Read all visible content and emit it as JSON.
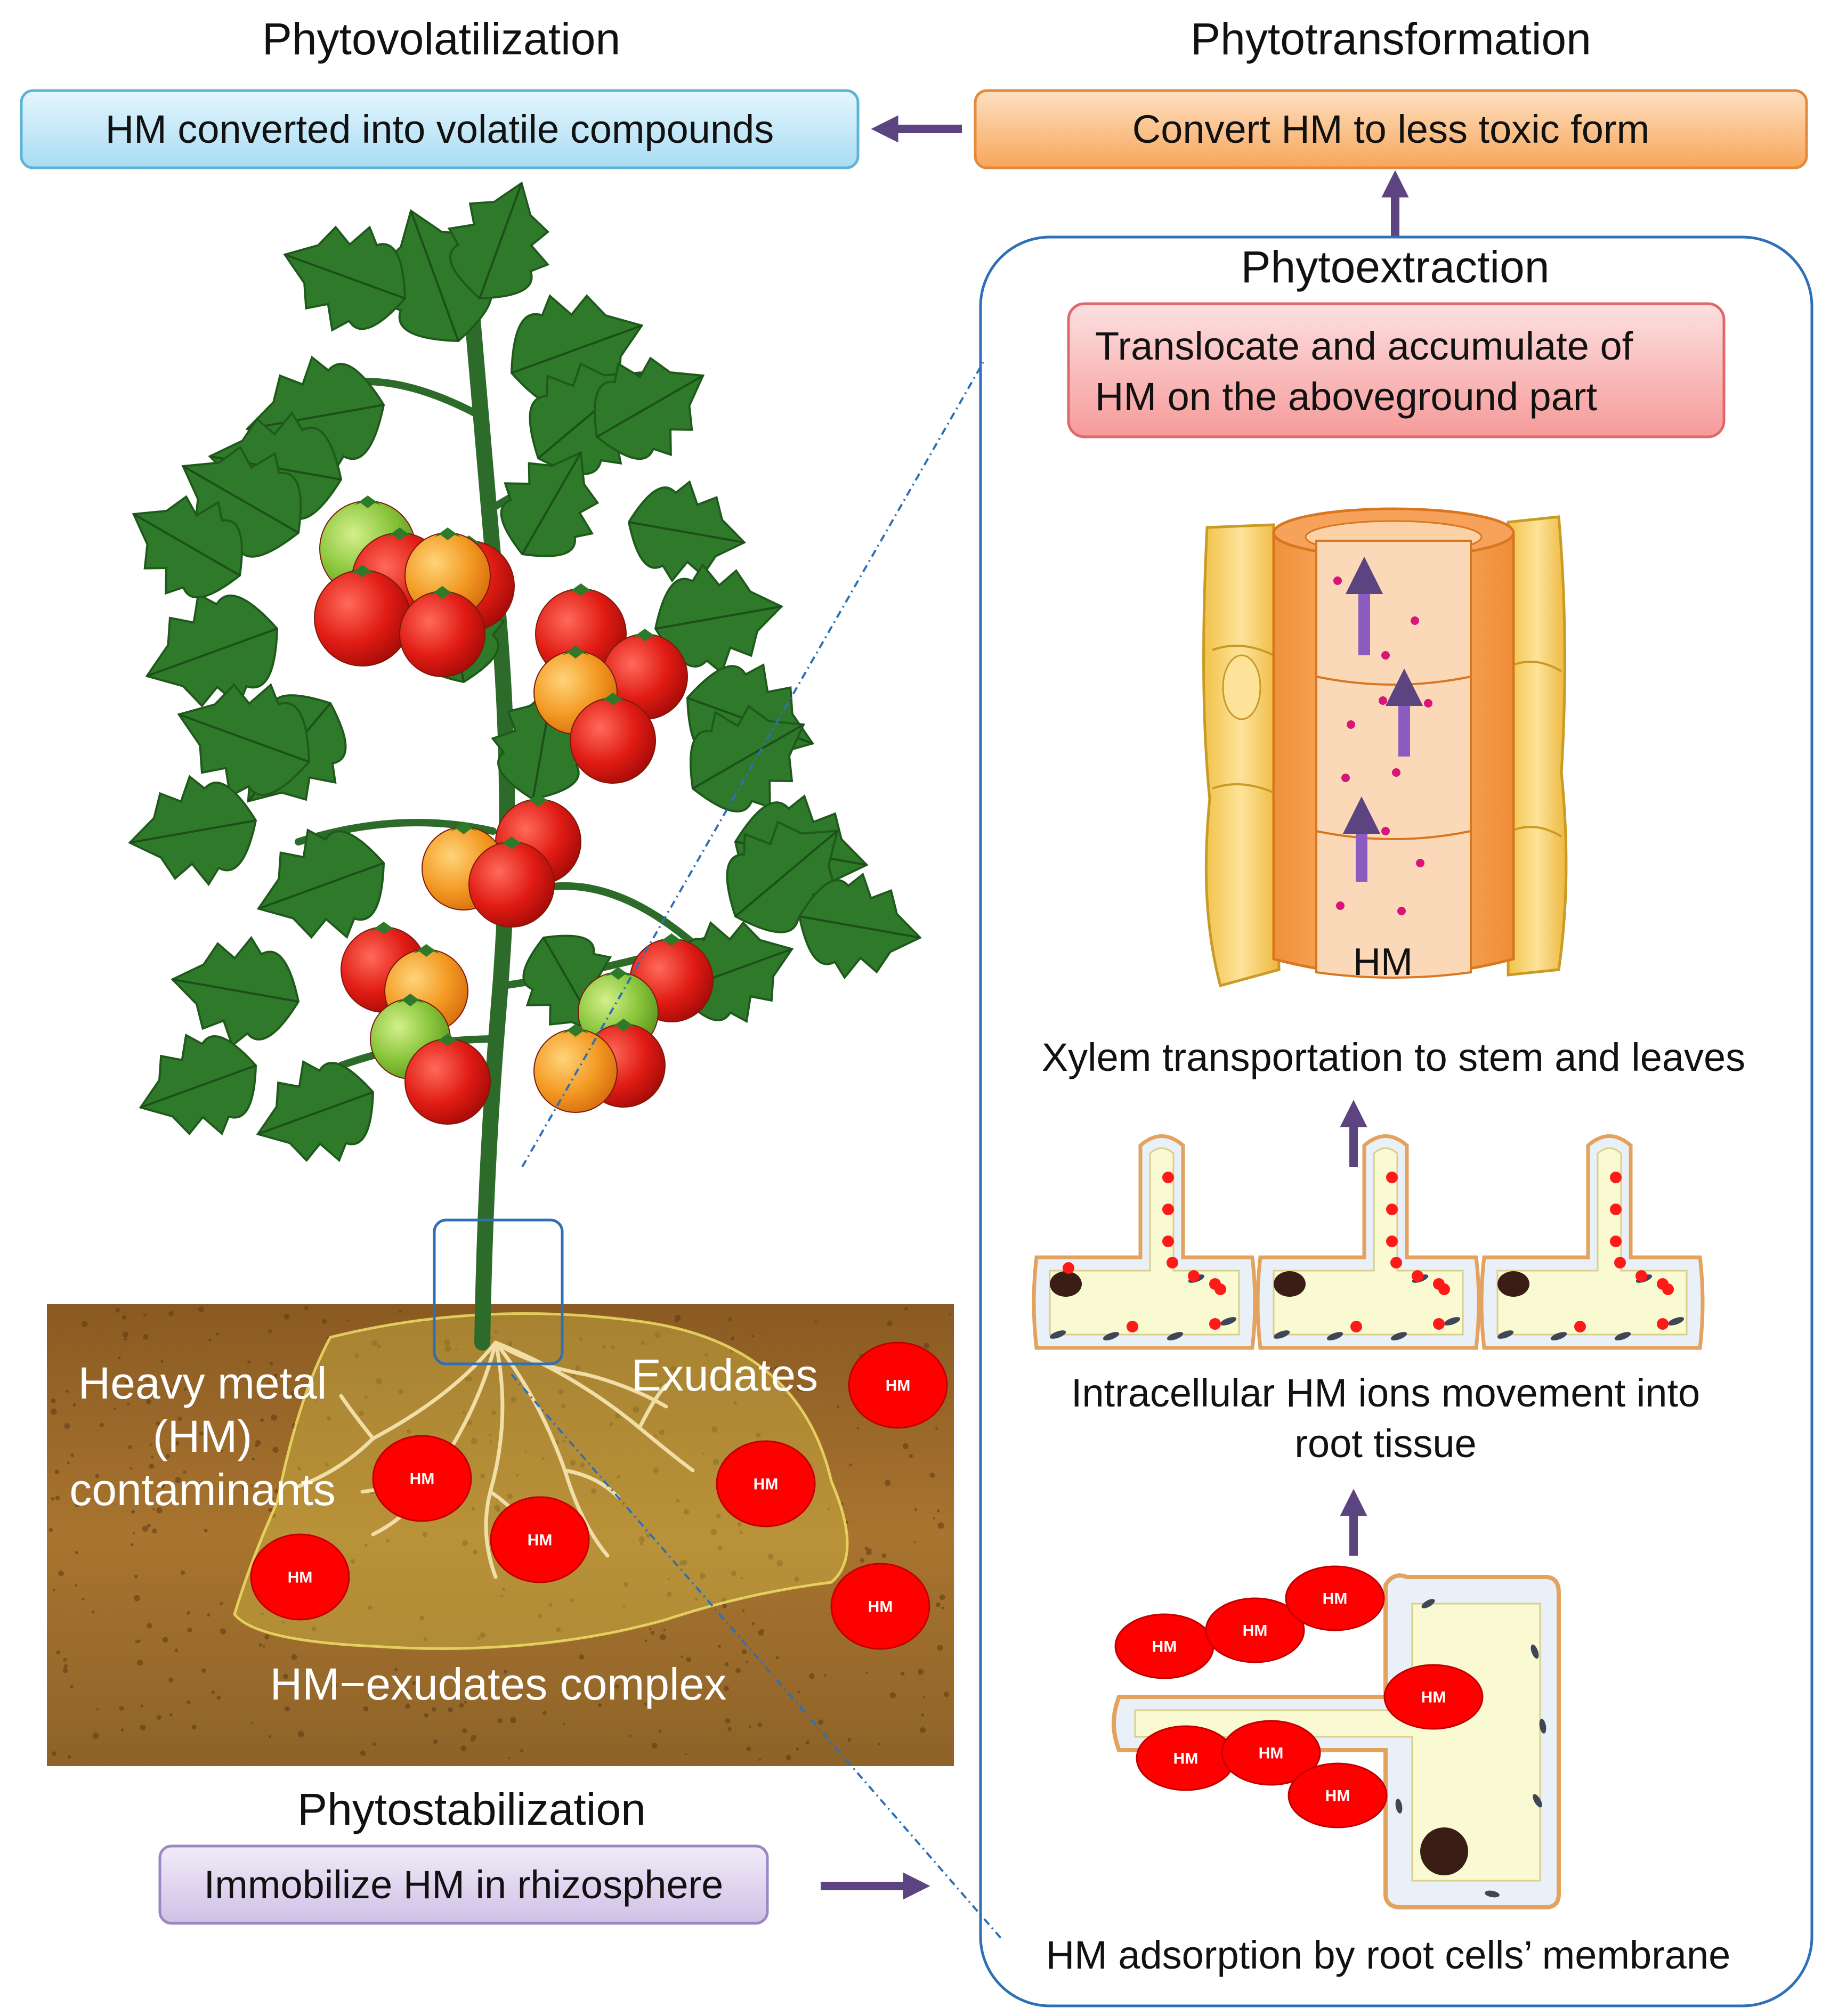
{
  "phytovolatilization": {
    "title": "Phytovolatilization",
    "box_text": "HM converted into volatile compounds",
    "box_color": "#c9ecfa"
  },
  "phytotransformation": {
    "title": "Phytotransformation",
    "box_text": "Convert HM to less toxic form",
    "box_color": "#fcc490"
  },
  "phytoextraction": {
    "title": "Phytoextraction",
    "box_line1": "Translocate and accumulate of",
    "box_line2": "HM on the aboveground part",
    "box_color": "#fbb8b8",
    "xylem_label": "HM",
    "xylem_caption": "Xylem transportation to stem and leaves",
    "intracellular_line1": "Intracellular HM ions movement into",
    "intracellular_line2": "root tissue",
    "adsorption_caption": "HM adsorption by root cells’ membrane"
  },
  "soil": {
    "hm_line1": "Heavy metal",
    "hm_line2": "(HM)",
    "hm_line3": "contaminants",
    "exudates": "Exudates",
    "complex": "HM−exudates complex",
    "particle_label": "HM"
  },
  "phytostabilization": {
    "title": "Phytostabilization",
    "box_text": "Immobilize HM in rhizosphere",
    "box_color": "#e3d8f2"
  },
  "colors": {
    "arrow": "#5b4480",
    "panel_border": "#2e6fb5",
    "hm_red": "#ff0000",
    "soil": "#9a6a2c",
    "leaf": "#2f7a2a"
  }
}
